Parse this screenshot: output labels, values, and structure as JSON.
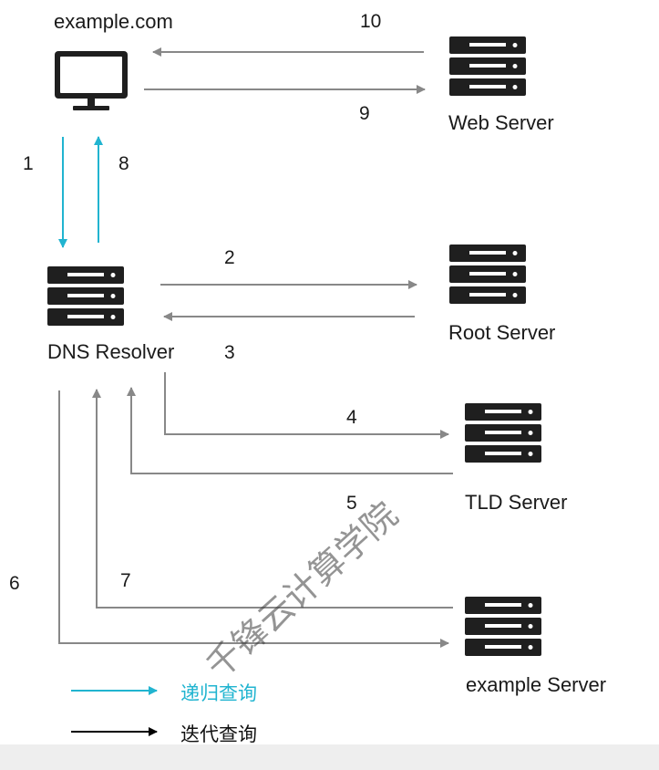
{
  "client": {
    "label": "example.com",
    "icon": "monitor-icon"
  },
  "servers": {
    "web": {
      "label": "Web Server",
      "icon": "server-icon"
    },
    "root": {
      "label": "Root Server",
      "icon": "server-icon"
    },
    "tld": {
      "label": "TLD Server",
      "icon": "server-icon"
    },
    "example": {
      "label": "example Server",
      "icon": "server-icon"
    }
  },
  "resolver": {
    "label": "DNS Resolver",
    "icon": "server-icon"
  },
  "steps": [
    "1",
    "2",
    "3",
    "4",
    "5",
    "6",
    "7",
    "8",
    "9",
    "10"
  ],
  "legend": {
    "recursive": {
      "label": "递归查询",
      "color": "#21b4d0"
    },
    "iterative": {
      "label": "迭代查询",
      "color": "#000000"
    }
  },
  "watermark": "千锋云计算学院",
  "colors": {
    "flow_arrow": "#888888",
    "server": "#1f1f1f",
    "recursive": "#21b4d0"
  }
}
